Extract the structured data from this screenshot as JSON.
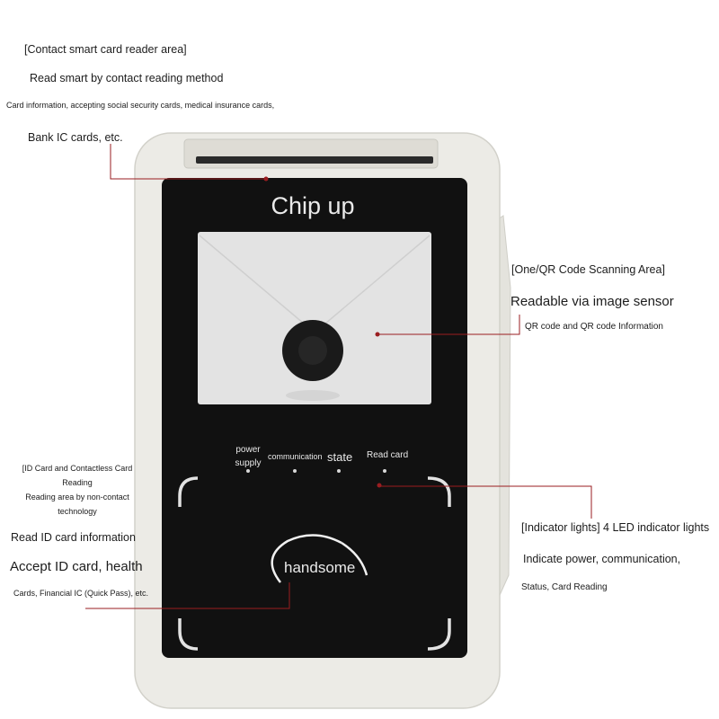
{
  "device": {
    "title": "Chip up",
    "brand": "handsome",
    "indicators": {
      "power": "power supply",
      "communication": "communication",
      "state": "state",
      "read_card": "Read card"
    }
  },
  "callouts": {
    "contact": {
      "heading": "[Contact smart card reader area]",
      "line1": "Read smart by contact reading method",
      "line2": "Card information, accepting social security cards, medical insurance cards,",
      "line3": "Bank IC cards, etc."
    },
    "scan": {
      "heading": "[One/QR Code Scanning Area]",
      "line1": "Readable via image sensor",
      "line2": "QR code and QR code Information"
    },
    "contactless": {
      "heading": "[ID Card and Contactless Card",
      "heading2": "Reading",
      "line1": "Reading area by non-contact",
      "line2": "technology",
      "line3": "Read ID card information",
      "line4": "Accept ID card, health",
      "line5": "Cards, Financial IC (Quick Pass), etc."
    },
    "indicator": {
      "heading": "[Indicator lights] 4 LED indicator lights",
      "line1": "Indicate power, communication,",
      "line2": "Status, Card Reading"
    }
  },
  "colors": {
    "leader": "#9a1d20",
    "panel": "#111111",
    "shell": "#ecebe6"
  }
}
